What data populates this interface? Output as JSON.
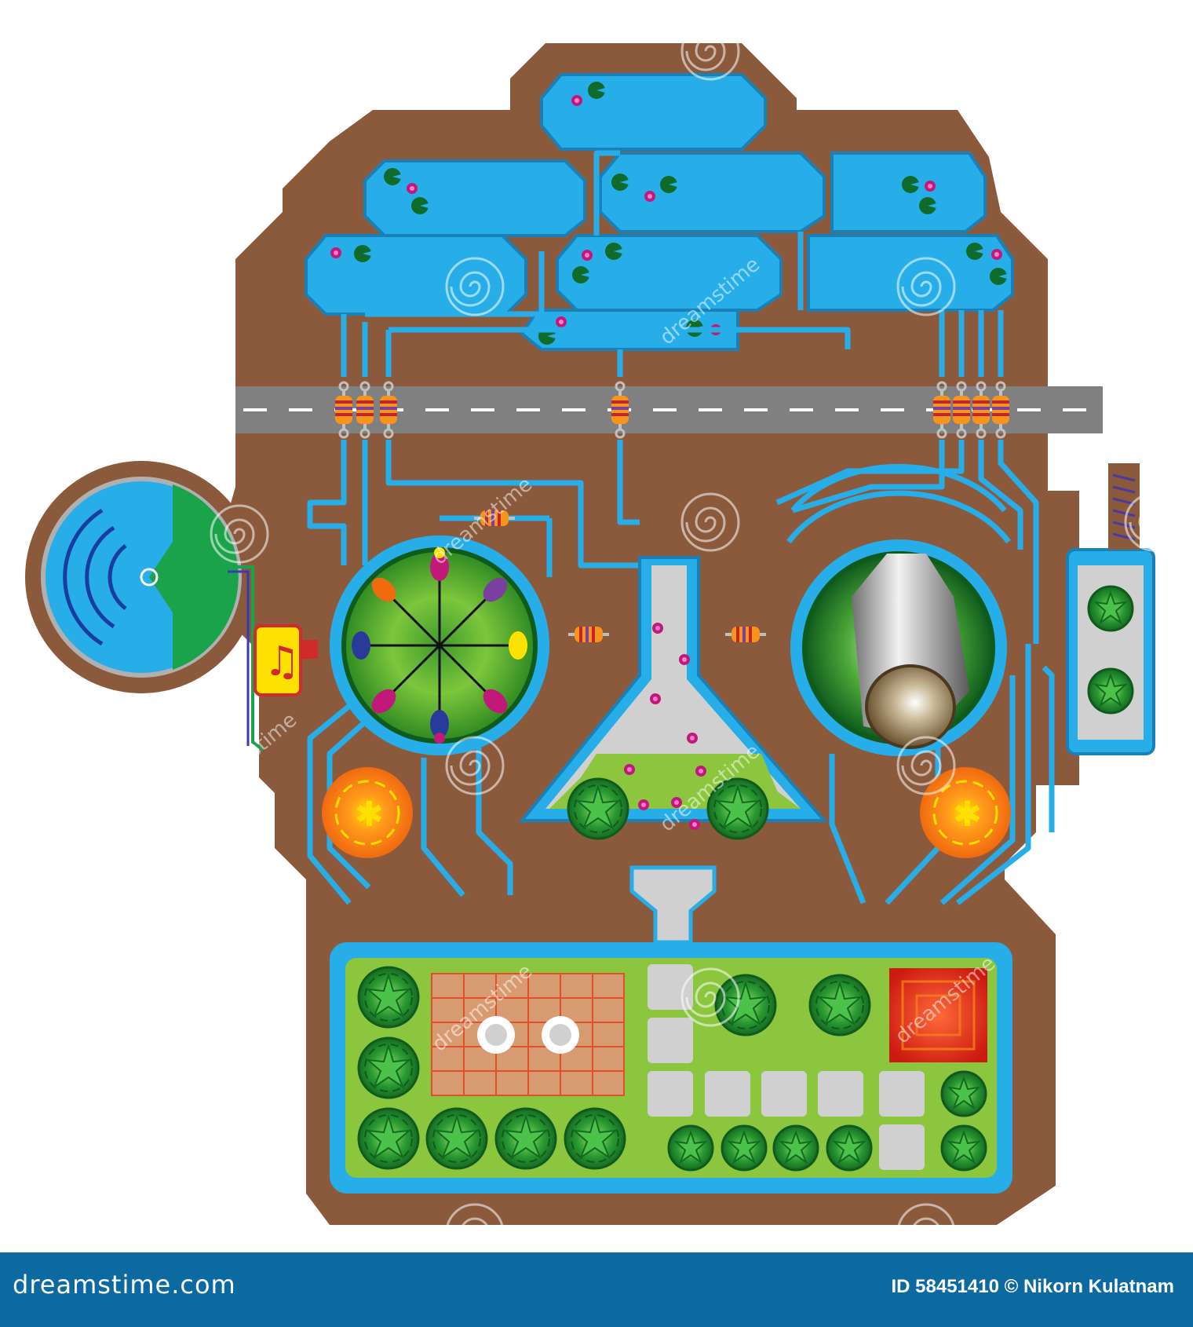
{
  "footer": {
    "brand": "dreamstime.com",
    "credit": "ID 58451410 © Nikorn Kulatnam"
  },
  "watermark": {
    "text": "dreamstime"
  },
  "colors": {
    "soil": "#8b5a3c",
    "water": "#27aee8",
    "pipe": "#27aee8",
    "lawn": "#8cc63f",
    "road": "#808080",
    "footer": "#0c6aa0",
    "tile": "#d0d0d0"
  },
  "icons": {
    "music": "music-note-icon",
    "signal": "signal-waves-icon",
    "watermark": "spiral-logo-icon"
  }
}
